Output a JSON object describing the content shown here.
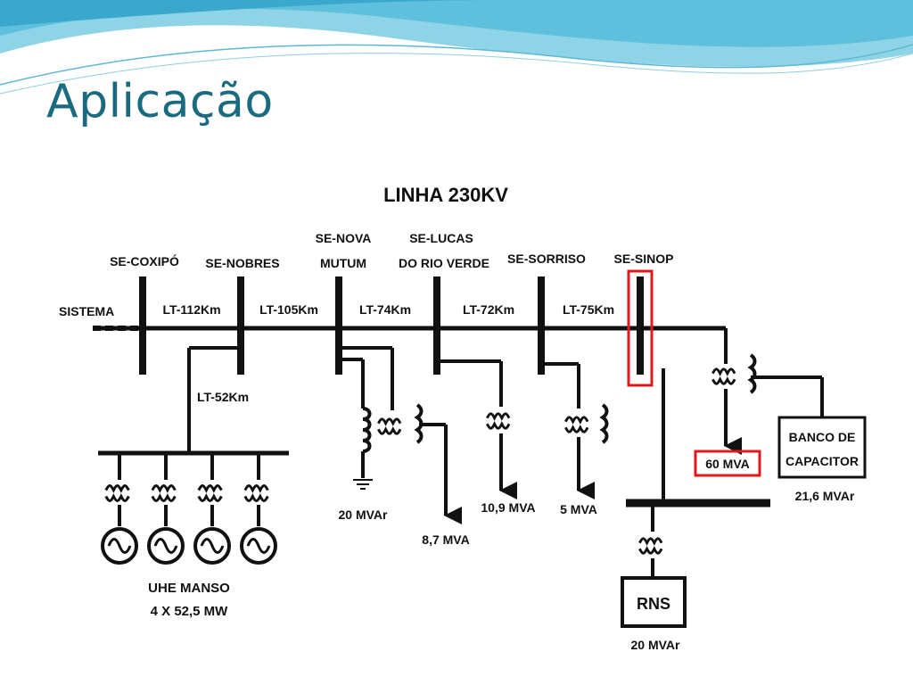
{
  "slide": {
    "title": "Aplicação"
  },
  "diagram": {
    "heading": "LINHA 230KV",
    "source_label": "SISTEMA",
    "substations": [
      {
        "name": "SE-COXIPÓ"
      },
      {
        "name": "SE-NOBRES"
      },
      {
        "name_line1": "SE-NOVA",
        "name_line2": "MUTUM"
      },
      {
        "name_line1": "SE-LUCAS",
        "name_line2": "DO RIO VERDE"
      },
      {
        "name": "SE-SORRISO"
      },
      {
        "name": "SE-SINOP"
      }
    ],
    "lines": [
      "LT-112Km",
      "LT-105Km",
      "LT-74Km",
      "LT-72Km",
      "LT-75Km"
    ],
    "branch_line": "LT-52Km",
    "loads": {
      "reactor": "20 MVAr",
      "nova_mutum_load": "8,7 MVA",
      "lucas_load": "10,9 MVA",
      "sorriso_load": "5 MVA",
      "sinop_load": "60 MVA"
    },
    "capacitor": {
      "line1": "BANCO DE",
      "line2": "CAPACITOR",
      "rating": "21,6 MVAr"
    },
    "rns": {
      "label": "RNS",
      "rating": "20 MVAr"
    },
    "plant": {
      "name": "UHE MANSO",
      "units": "4 X 52,5 MW"
    },
    "highlight_color": "#e0191e"
  }
}
